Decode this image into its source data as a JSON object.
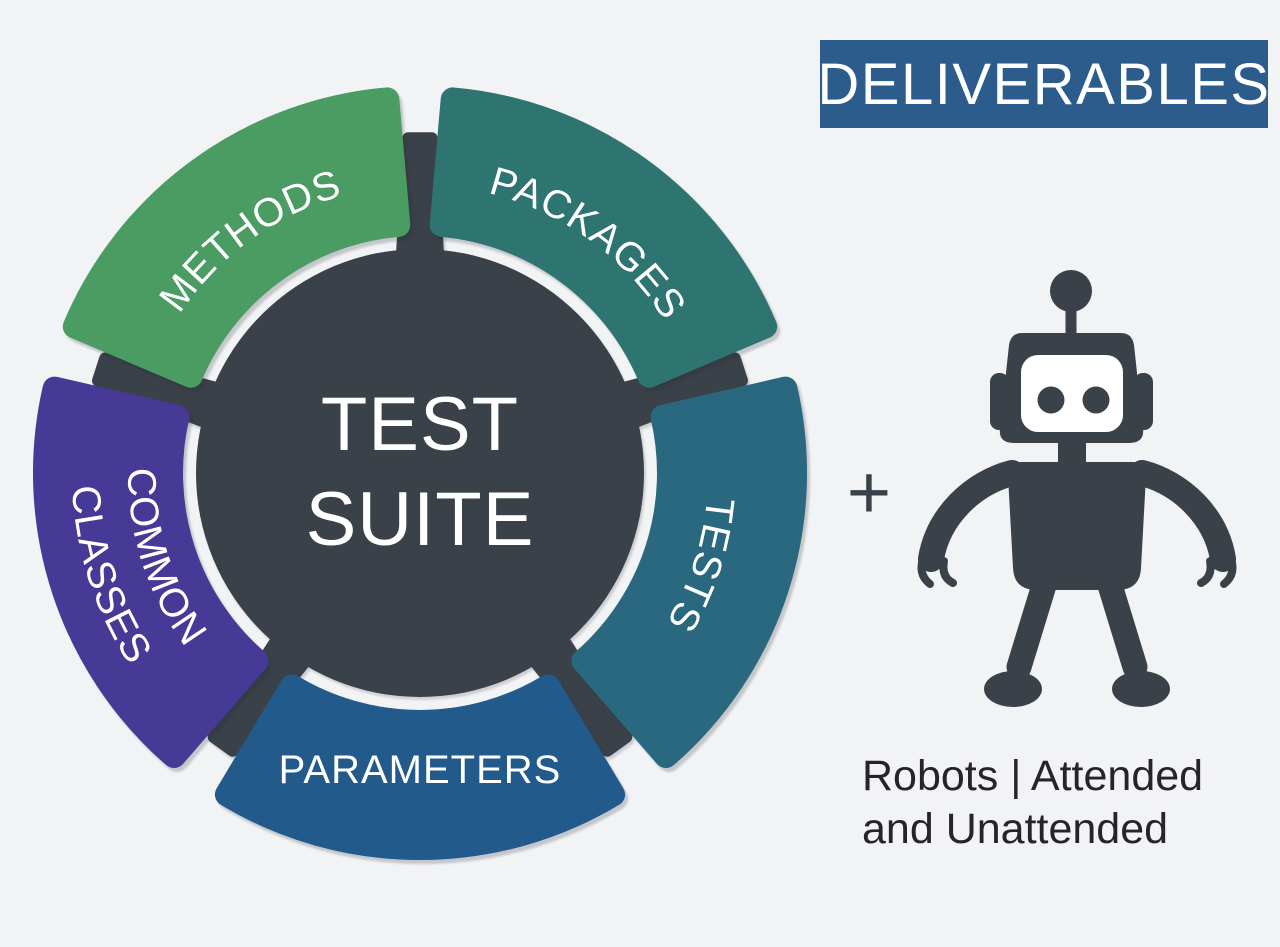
{
  "palette": {
    "background": "#f2f3f5",
    "dark": "#3a4149",
    "white": "#ffffff",
    "caption_text": "#26232a"
  },
  "wheel": {
    "center_title_line1": "TEST",
    "center_title_line2": "SUITE",
    "label_color": "#ffffff",
    "segments": [
      {
        "label": "PACKAGES",
        "color": "#2e7470"
      },
      {
        "label": "TESTS",
        "color": "#2a6880"
      },
      {
        "label": "PARAMETERS",
        "color": "#235a8c"
      },
      {
        "label": "COMMON CLASSES",
        "lines": [
          "COMMON",
          "CLASSES"
        ],
        "color": "#473a96"
      },
      {
        "label": "METHODS",
        "color": "#4a9c63"
      }
    ]
  },
  "deliverables": {
    "banner_title": "DELIVERABLES",
    "banner_color": "#2b5c8c",
    "plus_sign": "+",
    "icon": "robot-icon",
    "caption_line1": "Robots | Attended",
    "caption_line2": "and Unattended"
  }
}
